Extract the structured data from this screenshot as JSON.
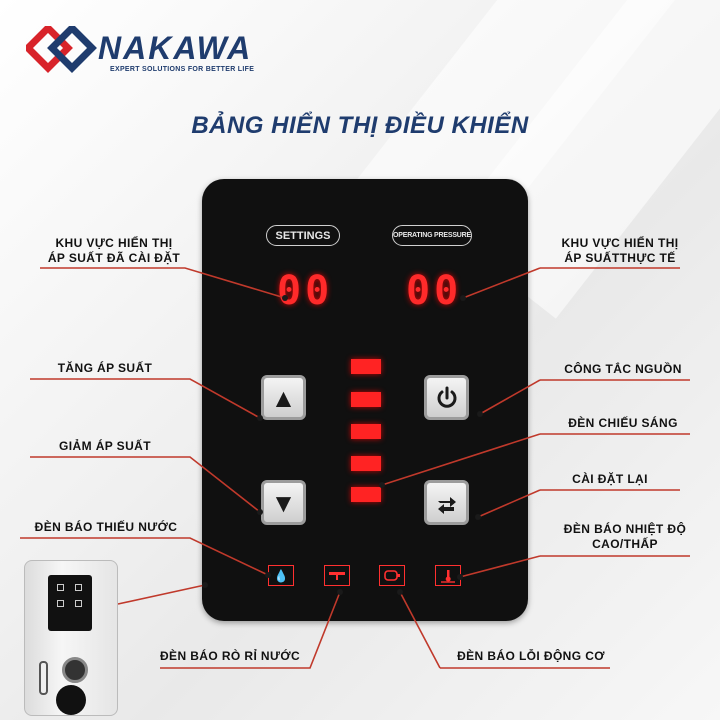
{
  "brand": {
    "name": "NAKAWA",
    "tagline": "EXPERT SOLUTIONS FOR BETTER LIFE"
  },
  "title": "BẢNG HIỂN THỊ ĐIỀU KHIỂN",
  "panel": {
    "settings_tag": "SETTINGS",
    "operating_tag": "OPERATING PRESSURE",
    "settings_value": "00",
    "operating_value": "00",
    "light_bars_lit": 5
  },
  "labels": {
    "set_pressure_area": "KHU VỰC HIỂN THỊ\nÁP SUẤT ĐÃ CÀI ĐẶT",
    "actual_pressure_area": "KHU VỰC HIỂN THỊ\nÁP SUẤTTHỰC TẾ",
    "increase": "TĂNG ÁP SUẤT",
    "decrease": "GIẢM ÁP SUẤT",
    "power": "CÔNG TẮC NGUỒN",
    "light": "ĐÈN CHIẾU SÁNG",
    "reset": "CÀI ĐẶT LẠI",
    "low_water": "ĐÈN BÁO THIẾU NƯỚC",
    "temperature": "ĐÈN BÁO NHIỆT ĐỘ\nCAO/THẤP",
    "leak": "ĐÈN BÁO RÒ RỈ NƯỚC",
    "motor_fault": "ĐÈN BÁO LỖI ĐỘNG CƠ"
  },
  "icons": {
    "up": "triangle-up-icon",
    "down": "triangle-down-icon",
    "power": "power-icon",
    "reset": "reset-arrows-icon",
    "water_drop": "water-drop-icon",
    "leak": "pipe-leak-icon",
    "motor": "motor-icon",
    "thermometer": "thermometer-icon"
  },
  "colors": {
    "brand_blue": "#1f3c6e",
    "brand_red": "#d8232a",
    "led_red": "#ff2a2a",
    "panel": "#101010"
  }
}
